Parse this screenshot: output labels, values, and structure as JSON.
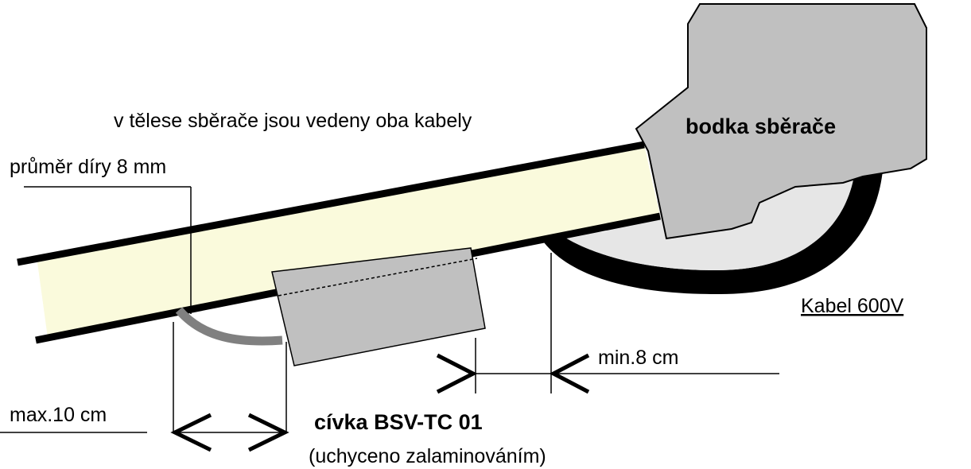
{
  "labels": {
    "both_cables": "v tělese sběrače jsou vedeny oba kabely",
    "hole_diameter": "průměr díry 8 mm",
    "collector_head": "bodka sběrače",
    "cable": "Kabel 600V",
    "min_distance": "min.8 cm",
    "max_distance": "max.10 cm",
    "coil_name": "cívka BSV-TC 01",
    "coil_note": "(uchyceno zalaminováním)"
  },
  "colors": {
    "boom_fill": "#fafadc",
    "head_fill": "#c0c0c0",
    "coil_fill": "#c0c0c0",
    "cable_loop": "#000000",
    "loop_inner": "#e6e6e6",
    "short_cable": "#808080",
    "line": "#000000"
  }
}
